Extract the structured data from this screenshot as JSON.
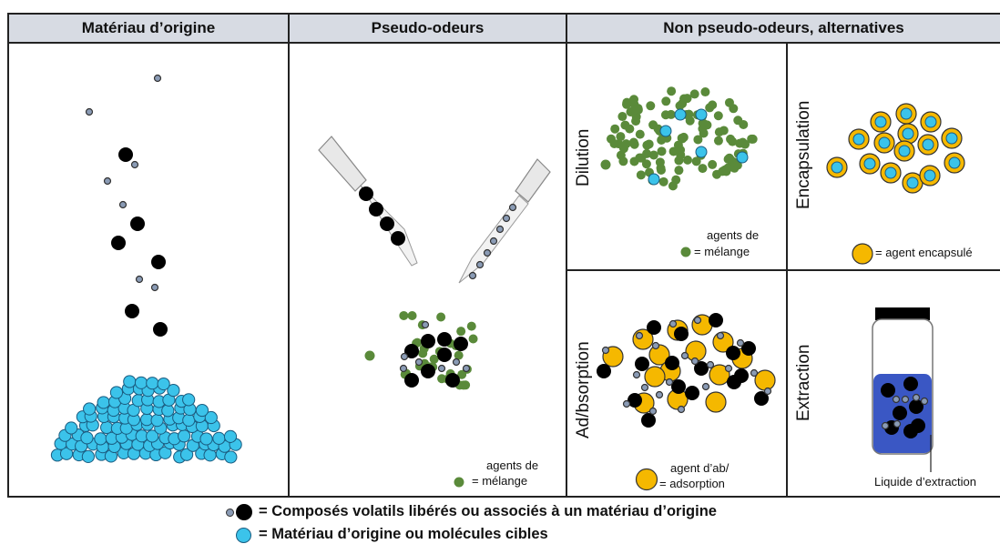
{
  "headers": {
    "source_material": "Matériau d’origine",
    "pseudo_odors": "Pseudo-odeurs",
    "non_pseudo": "Non pseudo-odeurs, alternatives"
  },
  "panels": {
    "dilution": {
      "title": "Dilution",
      "legend_line1": "agents de",
      "legend_line2": "= mélange"
    },
    "encapsulation": {
      "title": "Encapsulation",
      "legend": "= agent encapsulé"
    },
    "adsorption": {
      "title": "Ad/bsorption",
      "legend_line1": "agent d’ab/",
      "legend_line2": "= adsorption"
    },
    "extraction": {
      "title": "Extraction",
      "liquid_label": "Liquide d’extraction"
    },
    "pseudo": {
      "legend_line1": "agents de",
      "legend_line2": "= mélange"
    }
  },
  "legend": {
    "volatile": "= Composés volatils libérés ou associés à un matériau d’origine",
    "target": "= Matériau d’origine ou molécules cibles"
  },
  "colors": {
    "cyan": "#3bc3ea",
    "green": "#5a8a3a",
    "gold": "#f5b800",
    "black": "#000000",
    "grey_small": "#8a9bb5",
    "jar_liquid": "#3a57c4",
    "header_bg": "#d7dbe3"
  }
}
